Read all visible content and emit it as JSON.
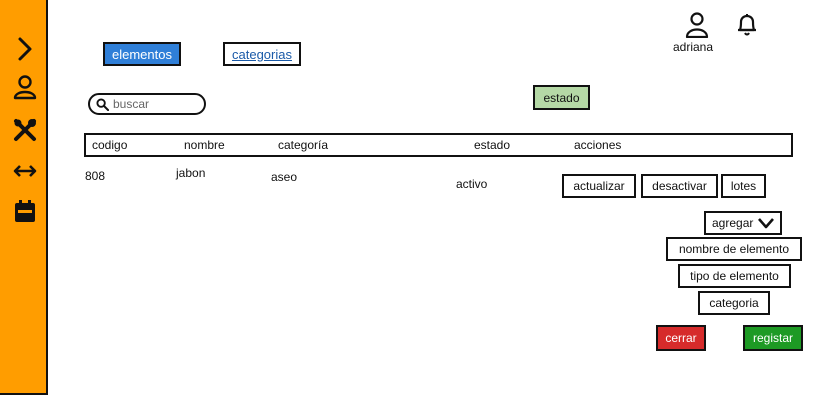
{
  "tabs": [
    {
      "label": "elementos",
      "active": true
    },
    {
      "label": "categorias",
      "active": false
    }
  ],
  "user": {
    "name": "adriana"
  },
  "search": {
    "placeholder": "buscar"
  },
  "filter": {
    "estado_label": "estado"
  },
  "table": {
    "headers": [
      "codigo",
      "nombre",
      "categoría",
      "estado",
      "acciones"
    ],
    "rows": [
      {
        "codigo": "808",
        "nombre": "jabon",
        "categoria": "aseo",
        "estado": "activo",
        "actions": [
          "actualizar",
          "desactivar",
          "lotes"
        ]
      }
    ]
  },
  "form": {
    "agregar_label": "agregar",
    "fields": [
      "nombre de elemento",
      "tipo de elemento",
      "categoria"
    ],
    "cerrar_label": "cerrar",
    "registar_label": "registar"
  },
  "colors": {
    "sidebar": "#ff9d00",
    "tab_active": "#2f7fd8",
    "estado_button": "#b5d9a6",
    "cerrar": "#d62b2b",
    "registar": "#1d9a24"
  },
  "icons": {
    "sidebar": [
      "chevron-right-icon",
      "user-icon",
      "tools-icon",
      "arrows-horizontal-icon",
      "calendar-icon"
    ],
    "header": [
      "user-icon",
      "bell-icon"
    ]
  }
}
